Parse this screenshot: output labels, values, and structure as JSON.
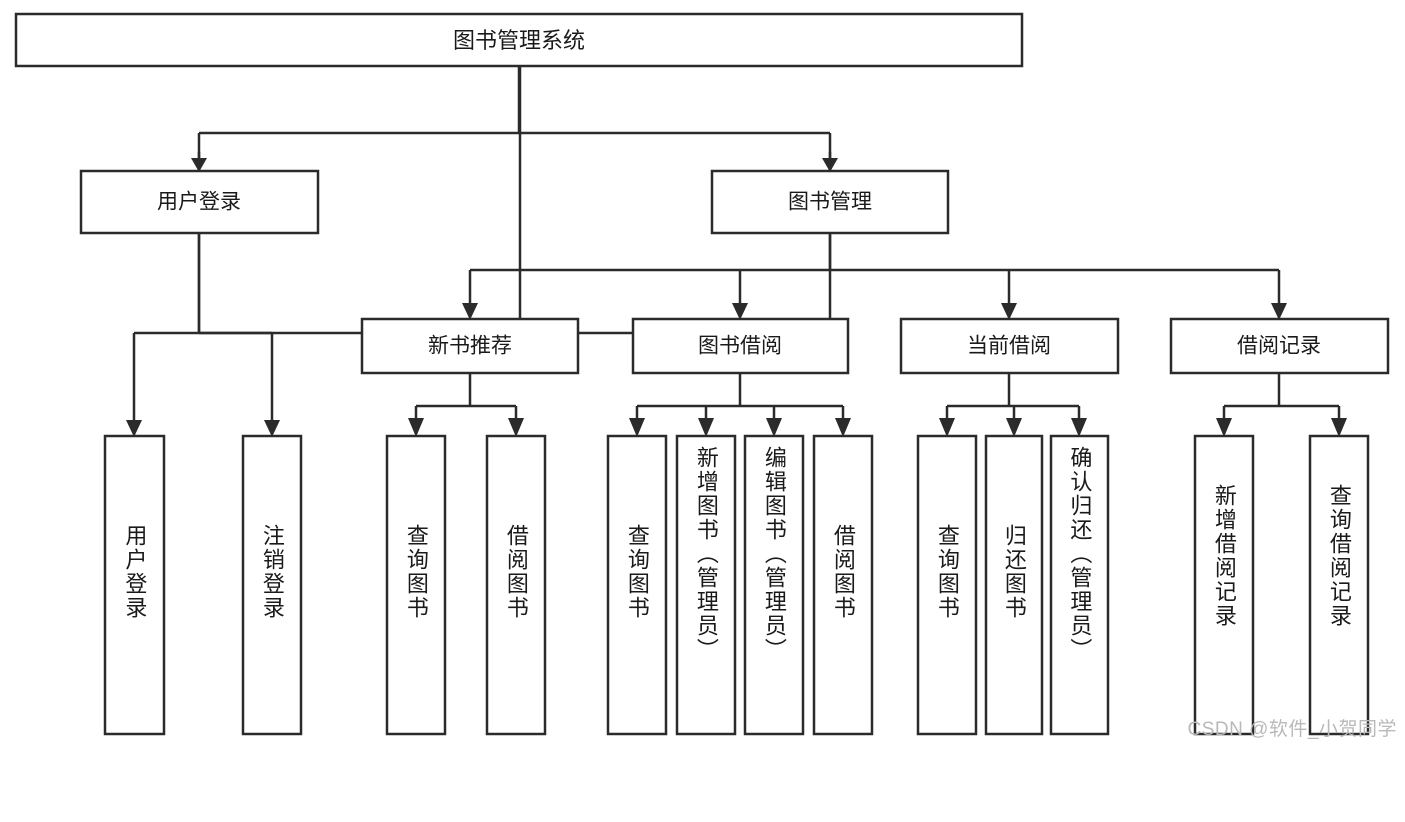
{
  "diagram": {
    "type": "tree-hierarchy-diagram",
    "title": "图书管理系统",
    "watermark": "CSDN @软件_小贺同学",
    "colors": {
      "stroke": "#2b2b2b",
      "fill": "#ffffff",
      "text": "#1a1a1a",
      "watermark": "#b9b9b9"
    },
    "levels": [
      {
        "level": 0,
        "nodes": [
          {
            "id": "root",
            "label": "图书管理系统",
            "orientation": "horizontal"
          }
        ]
      },
      {
        "level": 1,
        "nodes": [
          {
            "id": "user-login",
            "label": "用户登录",
            "orientation": "horizontal",
            "parent": "root"
          },
          {
            "id": "book-management",
            "label": "图书管理",
            "orientation": "horizontal",
            "parent": "root"
          }
        ]
      },
      {
        "level": 2,
        "nodes": [
          {
            "id": "new-book-recommend",
            "label": "新书推荐",
            "orientation": "horizontal",
            "parent": "book-management"
          },
          {
            "id": "book-borrow",
            "label": "图书借阅",
            "orientation": "horizontal",
            "parent": "book-management"
          },
          {
            "id": "current-borrow",
            "label": "当前借阅",
            "orientation": "horizontal",
            "parent": "book-management"
          },
          {
            "id": "borrow-record",
            "label": "借阅记录",
            "orientation": "horizontal",
            "parent": "book-management"
          }
        ]
      },
      {
        "level": 3,
        "nodes": [
          {
            "id": "leaf-user-login",
            "label": "用户登录",
            "orientation": "vertical",
            "parent": "user-login"
          },
          {
            "id": "leaf-logout-login",
            "label": "注销登录",
            "orientation": "vertical",
            "parent": "user-login"
          },
          {
            "id": "leaf-query-book-1",
            "label": "查询图书",
            "orientation": "vertical",
            "parent": "new-book-recommend"
          },
          {
            "id": "leaf-borrow-book-1",
            "label": "借阅图书",
            "orientation": "vertical",
            "parent": "new-book-recommend"
          },
          {
            "id": "leaf-query-book-2",
            "label": "查询图书",
            "orientation": "vertical",
            "parent": "book-borrow"
          },
          {
            "id": "leaf-add-book",
            "label": "新增图书（管理员）",
            "orientation": "vertical",
            "parent": "book-borrow"
          },
          {
            "id": "leaf-edit-book",
            "label": "编辑图书（管理员）",
            "orientation": "vertical",
            "parent": "book-borrow"
          },
          {
            "id": "leaf-borrow-book-2",
            "label": "借阅图书",
            "orientation": "vertical",
            "parent": "book-borrow"
          },
          {
            "id": "leaf-query-book-3",
            "label": "查询图书",
            "orientation": "vertical",
            "parent": "current-borrow"
          },
          {
            "id": "leaf-return-book",
            "label": "归还图书",
            "orientation": "vertical",
            "parent": "current-borrow"
          },
          {
            "id": "leaf-confirm-return",
            "label": "确认归还（管理员）",
            "orientation": "vertical",
            "parent": "current-borrow"
          },
          {
            "id": "leaf-add-record",
            "label": "新增借阅记录",
            "orientation": "vertical",
            "parent": "borrow-record"
          },
          {
            "id": "leaf-query-record",
            "label": "查询借阅记录",
            "orientation": "vertical",
            "parent": "borrow-record"
          }
        ]
      }
    ]
  }
}
